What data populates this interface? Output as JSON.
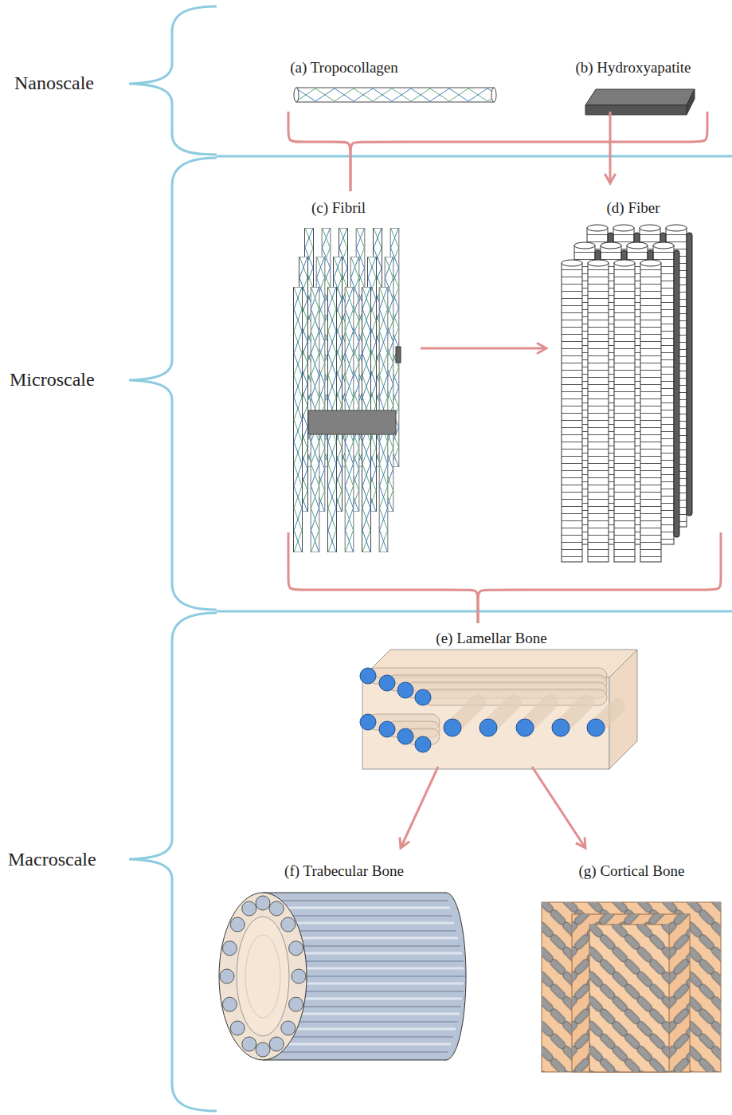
{
  "diagram": {
    "nodes": [
      {
        "text": [
          "(a) Tropocollagen"
        ]
      },
      {
        "text": [
          "(b) Hydroxyapatite"
        ]
      },
      {
        "text": [
          "(c) Fibril"
        ]
      },
      {
        "text": [
          "(d) Fiber"
        ]
      },
      {
        "text": [
          "(e) Lamellar Bone"
        ]
      },
      {
        "text": [
          "(f) Trabecular Bone"
        ]
      },
      {
        "text": [
          "(g) Cortical Bone"
        ]
      }
    ],
    "edges": [
      {
        "from": 0,
        "to": 2,
        "arrow": "none"
      },
      {
        "from": 1,
        "to": 2,
        "arrow": "none"
      },
      {
        "from": 1,
        "to": 3,
        "arrow": "to"
      },
      {
        "from": 2,
        "to": 3,
        "arrow": "to"
      },
      {
        "from": 2,
        "to": 4,
        "arrow": "none"
      },
      {
        "from": 3,
        "to": 4,
        "arrow": "none"
      },
      {
        "from": 4,
        "to": 5,
        "arrow": "to"
      },
      {
        "from": 4,
        "to": 6,
        "arrow": "to"
      }
    ],
    "labels": [
      "Nanoscale",
      "Microscale",
      "Macroscale"
    ]
  }
}
